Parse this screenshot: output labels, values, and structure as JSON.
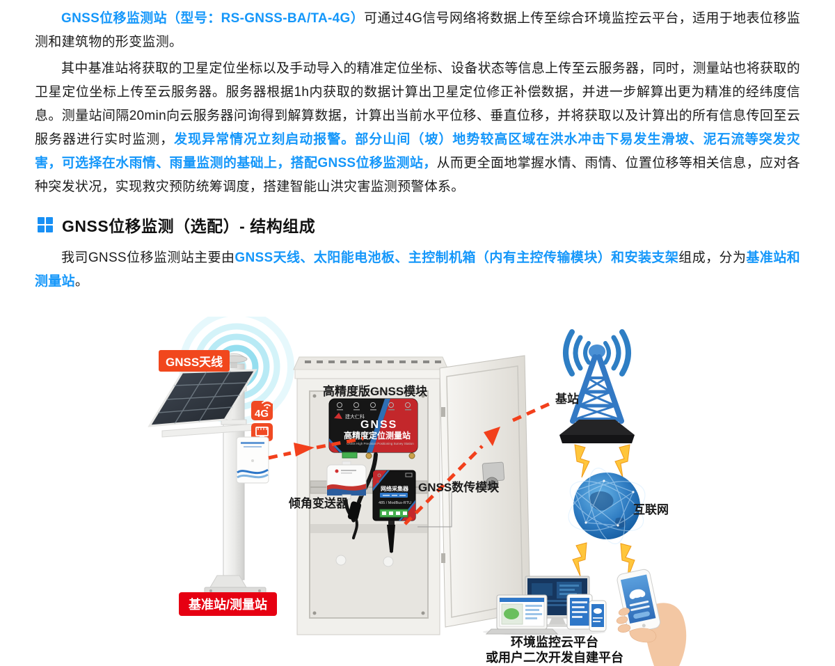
{
  "colors": {
    "accent_blue": "#1597fa",
    "label_red": "#e60012",
    "label_orange": "#f1471d",
    "arrow_red": "#f2401c",
    "wave_cyan": "#9fe2f0",
    "tower_blue": "#2e7ec4",
    "bolt_yellow": "#ffc63c"
  },
  "intro": {
    "p1_highlight": "GNSS位移监测站（型号：RS-GNSS-BA/TA-4G）",
    "p1_rest": "可通过4G信号网络将数据上传至综合环境监控云平台，适用于地表位移监测和建筑物的形变监测。",
    "p2_part1": "其中基准站将获取的卫星定位坐标以及手动导入的精准定位坐标、设备状态等信息上传至云服务器，同时，测量站也将获取的卫星定位坐标上传至云服务器。服务器根据1h内获取的数据计算出卫星定位修正补偿数据，并进一步解算出更为精准的经纬度信息。测量站间隔20min向云服务器问询得到解算数据，计算出当前水平位移、垂直位移，并将获取以及计算出的所有信息传回至云服务器进行实时监测，",
    "p2_highlight": "发现异常情况立刻启动报警。部分山间（坡）地势较高区域在洪水冲击下易发生滑坡、泥石流等突发灾害，可选择在水雨情、雨量监测的基础上，搭配GNSS位移监测站，",
    "p2_part2": "从而更全面地掌握水情、雨情、位置位移等相关信息，应对各种突发状况，实现救灾预防统筹调度，搭建智能山洪灾害监测预警体系。"
  },
  "section": {
    "title": "GNSS位移监测（选配）- 结构组成"
  },
  "composition": {
    "part1": "我司GNSS位移监测站主要由",
    "highlight1": "GNSS天线、太阳能电池板、主控制机箱（内有主控传输模块）和安装支架",
    "part2": "组成，分为",
    "highlight2": "基准站和测量站",
    "part3": "。"
  },
  "diagram": {
    "labels": {
      "antenna": "GNSS天线",
      "station": "基准站/测量站",
      "gnss_module": "高精度版GNSS模块",
      "tilt_sensor": "倾角变送器",
      "data_module": "GNSS数传模块",
      "base_station": "基站",
      "internet": "互联网",
      "platform_line1": "环境监控云平台",
      "platform_line2": "或用户二次开发自建平台"
    },
    "devices": {
      "gnss_brand": "建大仁科",
      "gnss_title": "GNSS",
      "gnss_subtitle": "高精度定位测量站",
      "gnss_caption": "GNSS High Precision Positioning Survey Station",
      "collector_title": "网络采集器",
      "collector_sub": "485 / ModBus-RTU",
      "icon_4g": "4G"
    }
  }
}
